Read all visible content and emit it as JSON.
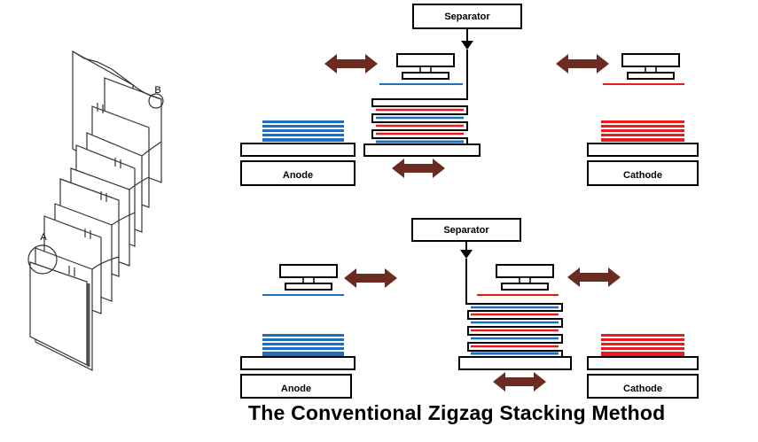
{
  "diagram": {
    "caption": "The Conventional Zigzag Stacking Method",
    "callouts": {
      "a": "A",
      "b": "B"
    },
    "top": {
      "separator": "Separator",
      "anode": "Anode",
      "cathode": "Cathode"
    },
    "bottom": {
      "separator": "Separator",
      "anode": "Anode",
      "cathode": "Cathode"
    },
    "colors": {
      "anode": "#1a6fc4",
      "cathode": "#e81c1c",
      "arrow": "#6b2a22",
      "outline": "#000000"
    }
  }
}
